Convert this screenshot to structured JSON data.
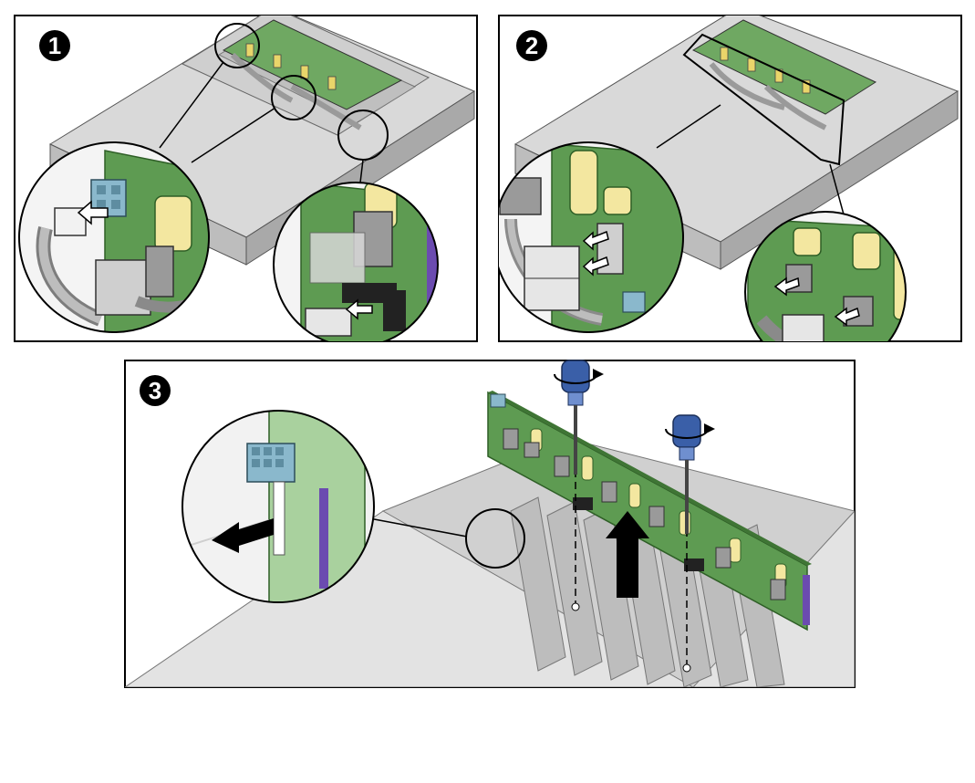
{
  "steps": [
    {
      "number": "1"
    },
    {
      "number": "2"
    },
    {
      "number": "3"
    }
  ],
  "colors": {
    "board_green": "#5e9b52",
    "board_light": "#a9d19e",
    "chassis_gray": "#cfcfcf",
    "chassis_dark": "#8a8a8a",
    "connector_blue": "#8ab8cc",
    "connector_gray": "#b9b9b9",
    "screwdriver_blue": "#3a5fa8",
    "trace_yellow": "#e9d56a",
    "purple_edge": "#6b4bb0",
    "outline": "#000000"
  },
  "icons": [
    "rotate-arrow-icon",
    "pull-arrow-icon",
    "lift-arrow-icon",
    "screwdriver-icon"
  ]
}
